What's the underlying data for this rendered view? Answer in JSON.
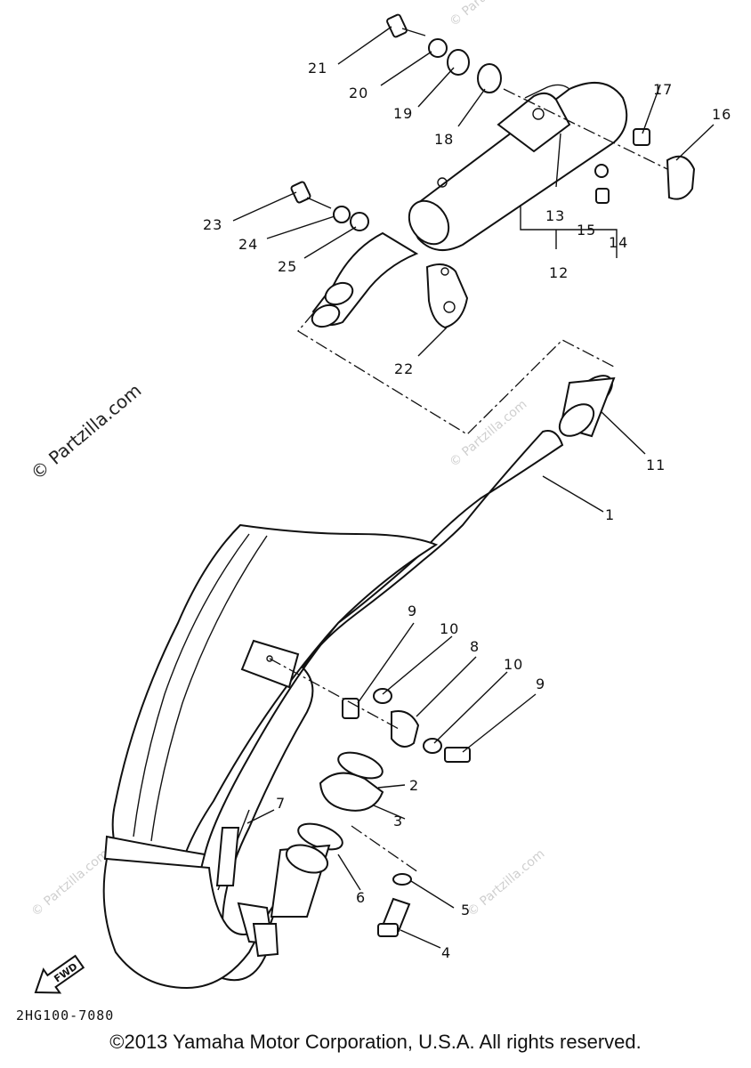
{
  "diagram": {
    "code": "2HG100-7080",
    "fwd_label": "FWD",
    "watermark": "© Partzilla.com",
    "callouts": [
      "1",
      "2",
      "3",
      "4",
      "5",
      "6",
      "7",
      "8",
      "9",
      "10",
      "11",
      "12",
      "13",
      "14",
      "15",
      "16",
      "17",
      "18",
      "19",
      "20",
      "21",
      "22",
      "23",
      "24",
      "25"
    ]
  },
  "footer": {
    "copyright": "©2013 Yamaha Motor Corporation, U.S.A. All rights reserved."
  }
}
